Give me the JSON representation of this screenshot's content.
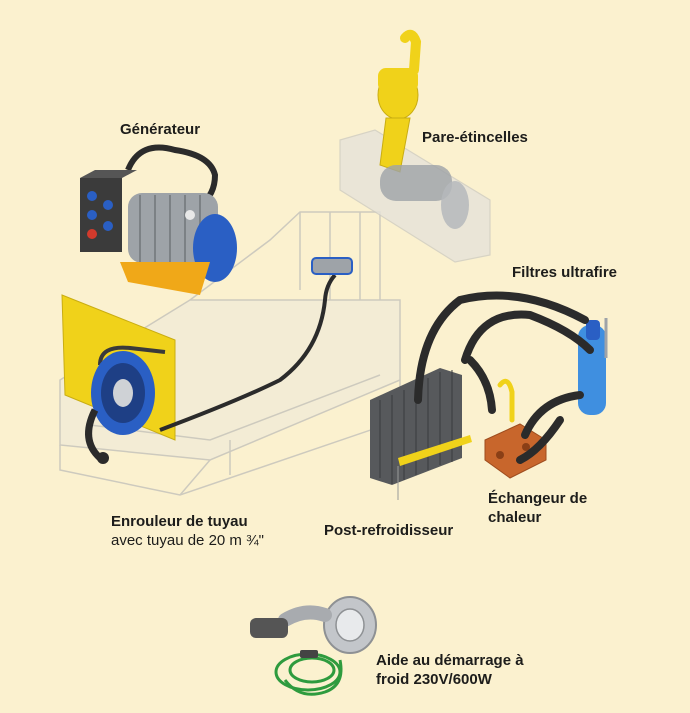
{
  "labels": {
    "generateur": "Générateur",
    "pare_etincelles": "Pare-étincelles",
    "filtres": "Filtres ultrafire",
    "enrouleur_line1": "Enrouleur de tuyau",
    "enrouleur_line2": "avec tuyau de 20 m ¾\"",
    "post_refroidisseur": "Post-refroidisseur",
    "echangeur_line1": "Échangeur de",
    "echangeur_line2": "chaleur",
    "aide_line1": "Aide au démarrage à",
    "aide_line2": "froid 230V/600W"
  },
  "colors": {
    "background": "#fbf1cf",
    "yellow": "#f0d21a",
    "blue": "#2a5fc4",
    "copper": "#c8662c",
    "hose": "#2b2b2b",
    "green": "#2e9b3e",
    "gray": "#8e9194"
  }
}
